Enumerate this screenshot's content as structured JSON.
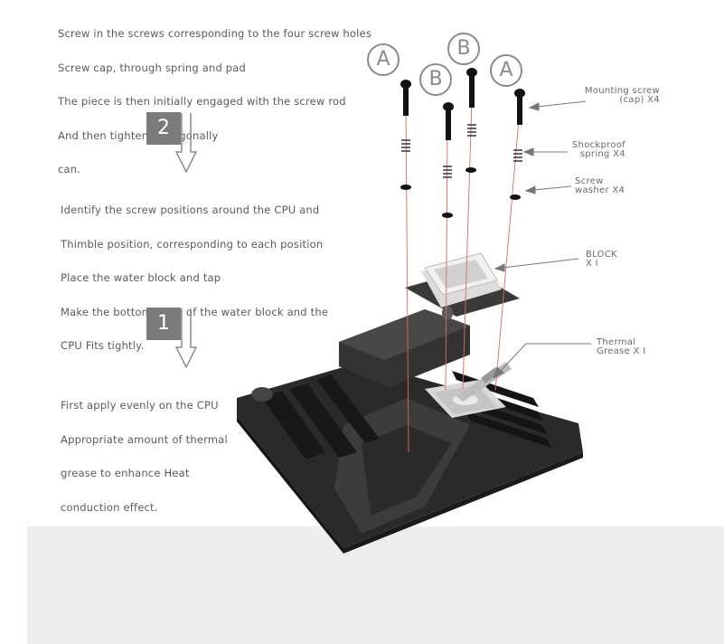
{
  "instructions": {
    "step3": [
      "Screw in the screws corresponding to the four screw holes",
      "Screw cap, through spring and pad",
      "The piece is then initially engaged with the screw rod",
      "And then tighten it diagonally",
      "can."
    ],
    "step2": [
      "Identify the screw positions around the CPU and",
      "Thimble position, corresponding to each position",
      "Place the water block and tap",
      "Make the bottom plate of the water block and the",
      "CPU Fits tightly."
    ],
    "step1": [
      "First apply evenly on the CPU",
      "Appropriate amount of thermal",
      "grease to enhance Heat",
      "conduction effect."
    ]
  },
  "steps": {
    "step2_number": "2",
    "step1_number": "1"
  },
  "badges": {
    "a1": "A",
    "b1": "B",
    "b2": "B",
    "a2": "A"
  },
  "callouts": {
    "screw": [
      "Mounting screw",
      "(cap) X4"
    ],
    "spring": [
      "Shockproof",
      "spring X4"
    ],
    "washer": [
      "Screw",
      "washer X4"
    ],
    "block": [
      "BLOCK",
      "X I"
    ],
    "grease": [
      "Thermal",
      "Grease X I"
    ]
  },
  "colors": {
    "step_box": "#7b7b7b",
    "guide_line": "#d96a6a",
    "text": "#5a5a5a",
    "floor": "#eeeeee"
  }
}
